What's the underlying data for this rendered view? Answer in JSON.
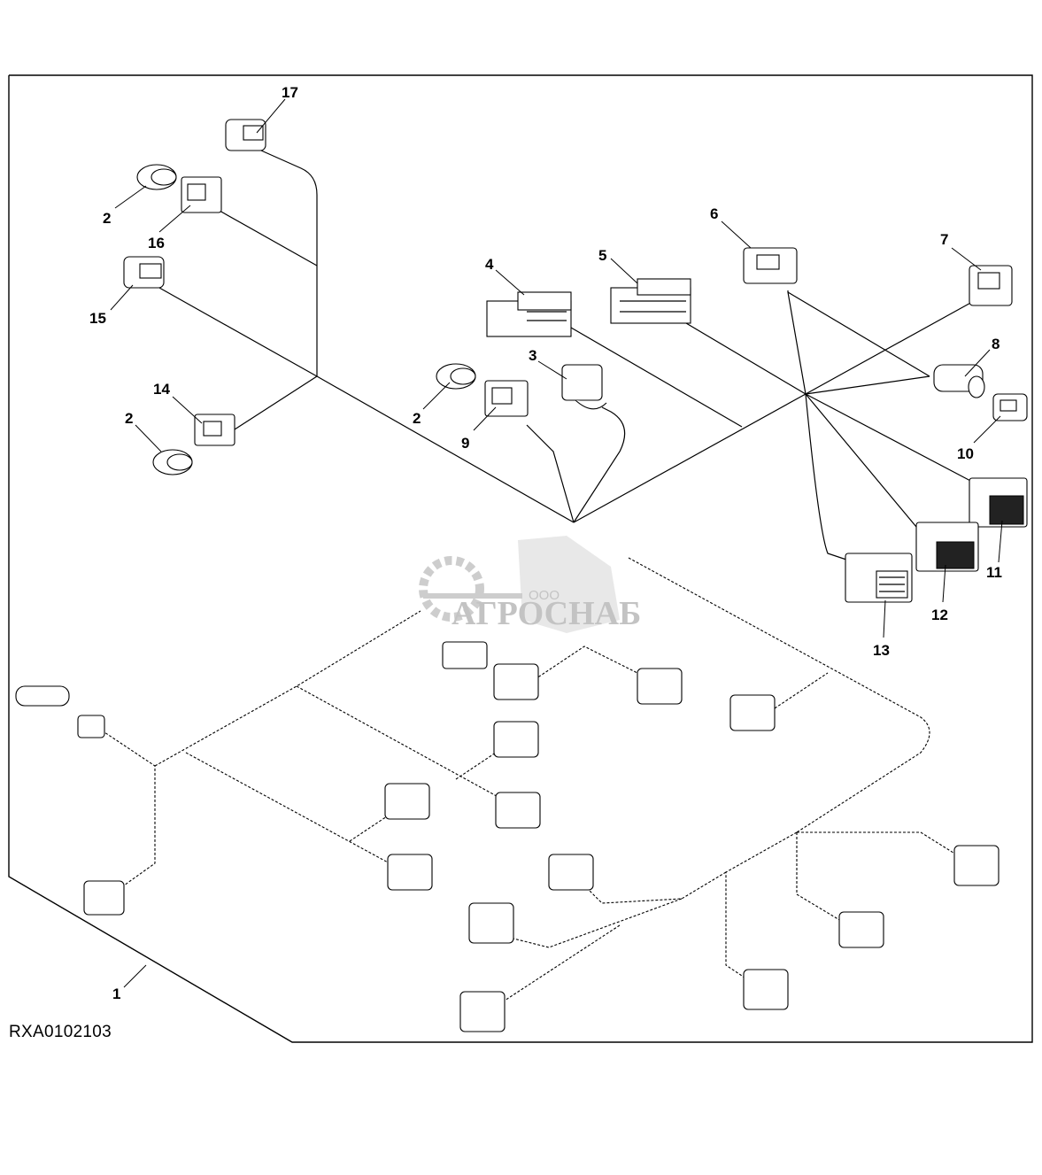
{
  "figure": {
    "id": "RXA0102103",
    "description": "Wiring harness exploded view with numbered connector callouts"
  },
  "watermark": {
    "prefix": "ООО",
    "brand": "АГРОСНАБ"
  },
  "callouts": [
    {
      "number": "1",
      "part": "harness"
    },
    {
      "number": "2",
      "part": "cap"
    },
    {
      "number": "2",
      "part": "cap"
    },
    {
      "number": "2",
      "part": "cap"
    },
    {
      "number": "3",
      "part": "connector"
    },
    {
      "number": "4",
      "part": "connector"
    },
    {
      "number": "5",
      "part": "connector"
    },
    {
      "number": "6",
      "part": "connector"
    },
    {
      "number": "7",
      "part": "connector"
    },
    {
      "number": "8",
      "part": "connector"
    },
    {
      "number": "9",
      "part": "connector"
    },
    {
      "number": "10",
      "part": "connector"
    },
    {
      "number": "11",
      "part": "connector"
    },
    {
      "number": "12",
      "part": "connector"
    },
    {
      "number": "13",
      "part": "connector"
    },
    {
      "number": "14",
      "part": "connector"
    },
    {
      "number": "15",
      "part": "connector"
    },
    {
      "number": "16",
      "part": "connector"
    },
    {
      "number": "17",
      "part": "connector"
    }
  ]
}
